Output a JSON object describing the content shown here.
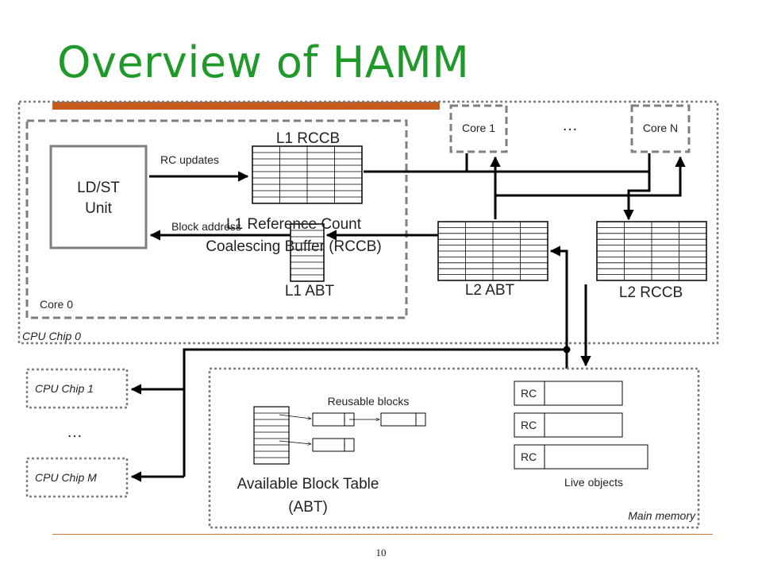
{
  "slide": {
    "title": "Overview of HAMM",
    "page_number": "10",
    "colors": {
      "title": "#1f9a2a",
      "accent_bar": "#c75b1d",
      "box_border": "#7f7f7f",
      "line": "#000000"
    }
  },
  "diagram": {
    "ld_st_unit": [
      "LD/ST",
      "Unit"
    ],
    "rc_updates": "RC updates",
    "block_address": "Block address",
    "l1_rccb": "L1 RCCB",
    "l1_abt": "L1 ABT",
    "l2_abt": "L2 ABT",
    "l2_rccb": "L2 RCCB",
    "rccb_caption": [
      "L1 Reference Count",
      "Coalescing Buffer (RCCB)"
    ],
    "core0": "Core 0",
    "core1": "Core 1",
    "coren": "Core N",
    "cores_ellipsis": "…",
    "cpu_chip0": "CPU Chip 0",
    "cpu_chip1": "CPU Chip 1",
    "chips_ellipsis": "…",
    "cpu_chipm": "CPU Chip M",
    "reusable_blocks": "Reusable blocks",
    "abt_caption": [
      "Available Block Table",
      "(ABT)"
    ],
    "rc_label": "RC",
    "live_objects": "Live objects",
    "main_memory": "Main memory"
  }
}
